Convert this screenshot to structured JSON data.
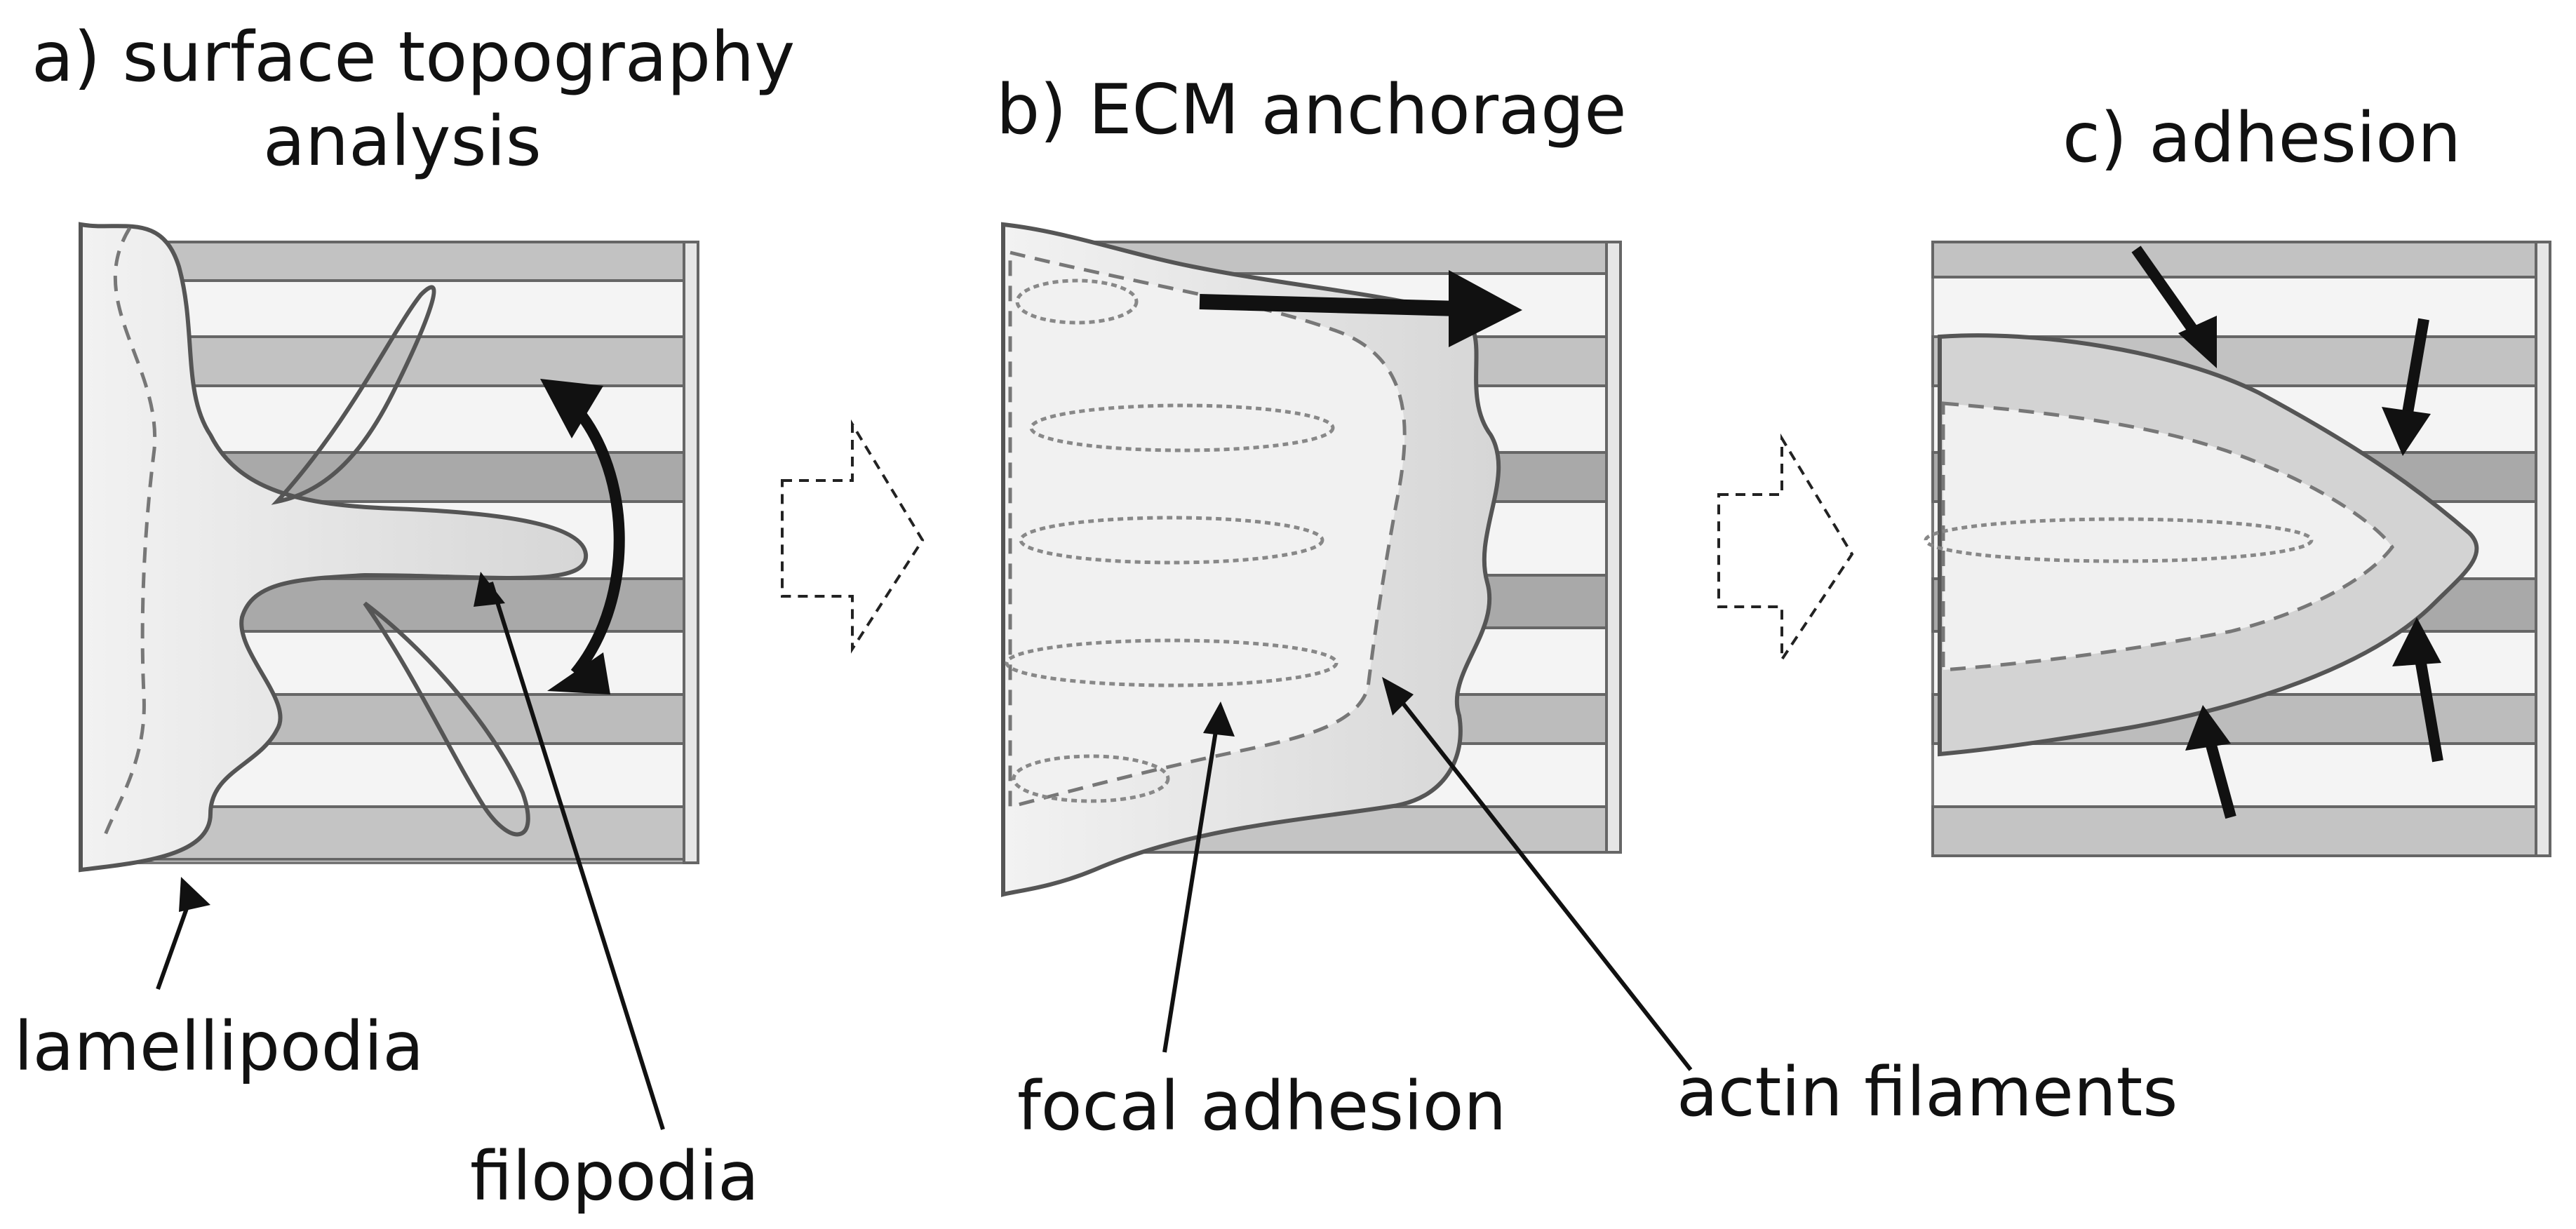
{
  "panels": [
    {
      "id": "a",
      "title_line1": "a) surface topography",
      "title_line2": "analysis"
    },
    {
      "id": "b",
      "title_line1": "b) ECM anchorage"
    },
    {
      "id": "c",
      "title_line1": "c) adhesion"
    }
  ],
  "annotations": {
    "lamellipodia": "lamellipodia",
    "filopodia": "filopodia",
    "focal_adhesion": "focal adhesion",
    "actin_filaments": "actin filaments"
  },
  "colors": {
    "ridge": "#bdbdbd",
    "ridge_dark": "#9a9a9a",
    "groove": "#efefef",
    "cell": "#d9d9d9",
    "cell_light": "#ececec",
    "outline": "#555555",
    "arrow": "#111111"
  }
}
